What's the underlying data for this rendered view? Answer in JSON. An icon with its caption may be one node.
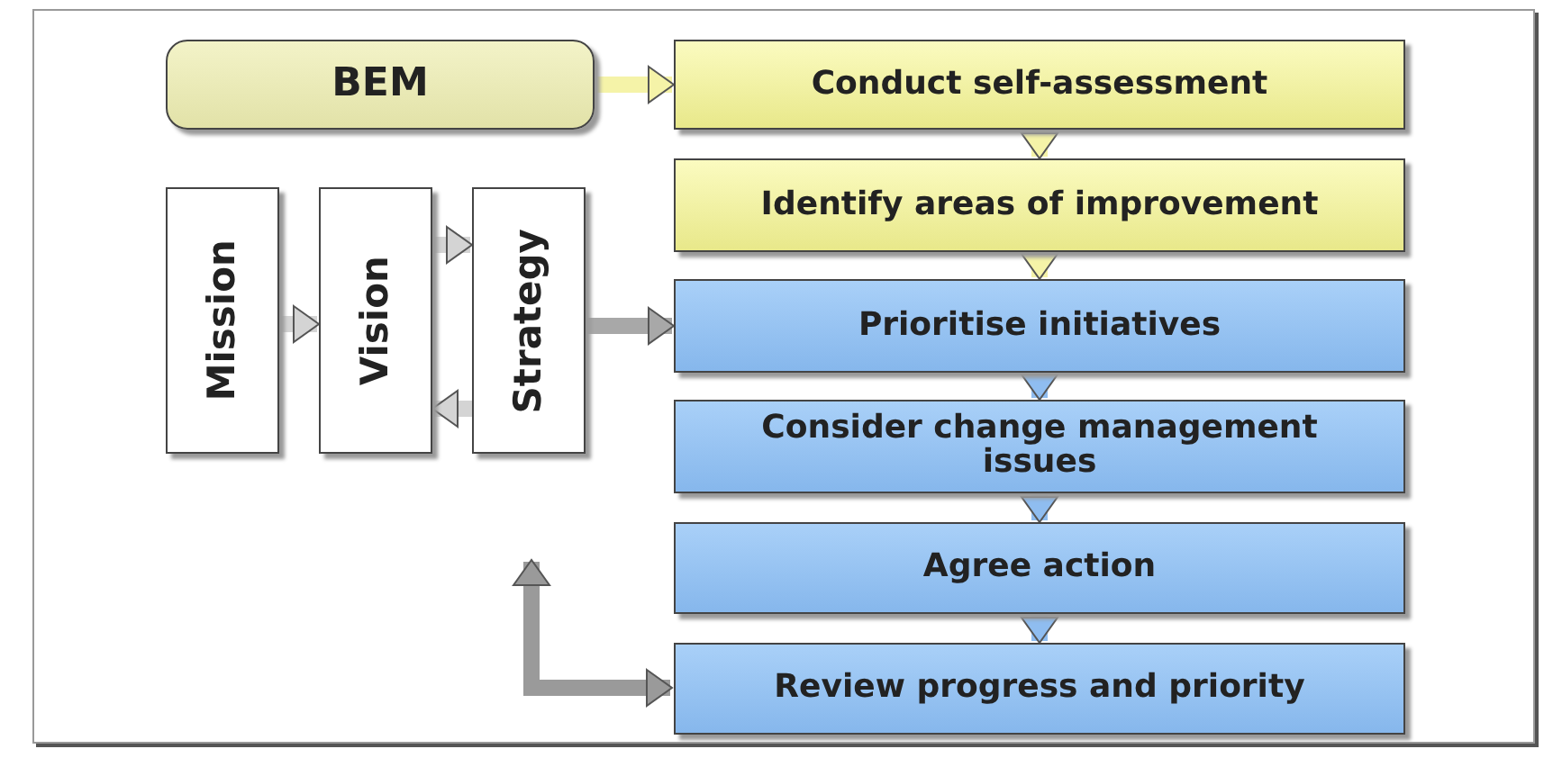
{
  "diagram": {
    "nodes": [
      {
        "text": [
          "BEM"
        ]
      },
      {
        "text": [
          "Mission"
        ]
      },
      {
        "text": [
          "Vision"
        ]
      },
      {
        "text": [
          "Strategy"
        ]
      },
      {
        "text": [
          "Conduct self-assessment"
        ]
      },
      {
        "text": [
          "Identify areas of improvement"
        ]
      },
      {
        "text": [
          "Prioritise initiatives"
        ]
      },
      {
        "text": [
          "Consider change management issues"
        ]
      },
      {
        "text": [
          "Agree action"
        ]
      },
      {
        "text": [
          "Review progress and priority"
        ]
      }
    ],
    "edges": [
      {
        "from": 0,
        "to": 4,
        "arrow": "to",
        "color": "#f5f3a8"
      },
      {
        "from": 1,
        "to": 2,
        "arrow": "to",
        "color": "#d4d4d4"
      },
      {
        "from": 2,
        "to": 3,
        "arrow": "to",
        "color": "#d4d4d4"
      },
      {
        "from": 3,
        "to": 2,
        "arrow": "to",
        "color": "#d4d4d4"
      },
      {
        "from": 3,
        "to": 6,
        "arrow": "to",
        "color": "#a8a8a8"
      },
      {
        "from": 4,
        "to": 5,
        "arrow": "to",
        "color": "#f5f3a8"
      },
      {
        "from": 5,
        "to": 6,
        "arrow": "to",
        "color": "#f5f3a8"
      },
      {
        "from": 6,
        "to": 7,
        "arrow": "to",
        "color": "#8fbdf0"
      },
      {
        "from": 7,
        "to": 8,
        "arrow": "to",
        "color": "#8fbdf0"
      },
      {
        "from": 8,
        "to": 9,
        "arrow": "to",
        "color": "#8fbdf0"
      },
      {
        "from": null,
        "to": 9,
        "arrow": "both",
        "color": "#9a9a9a"
      }
    ]
  }
}
